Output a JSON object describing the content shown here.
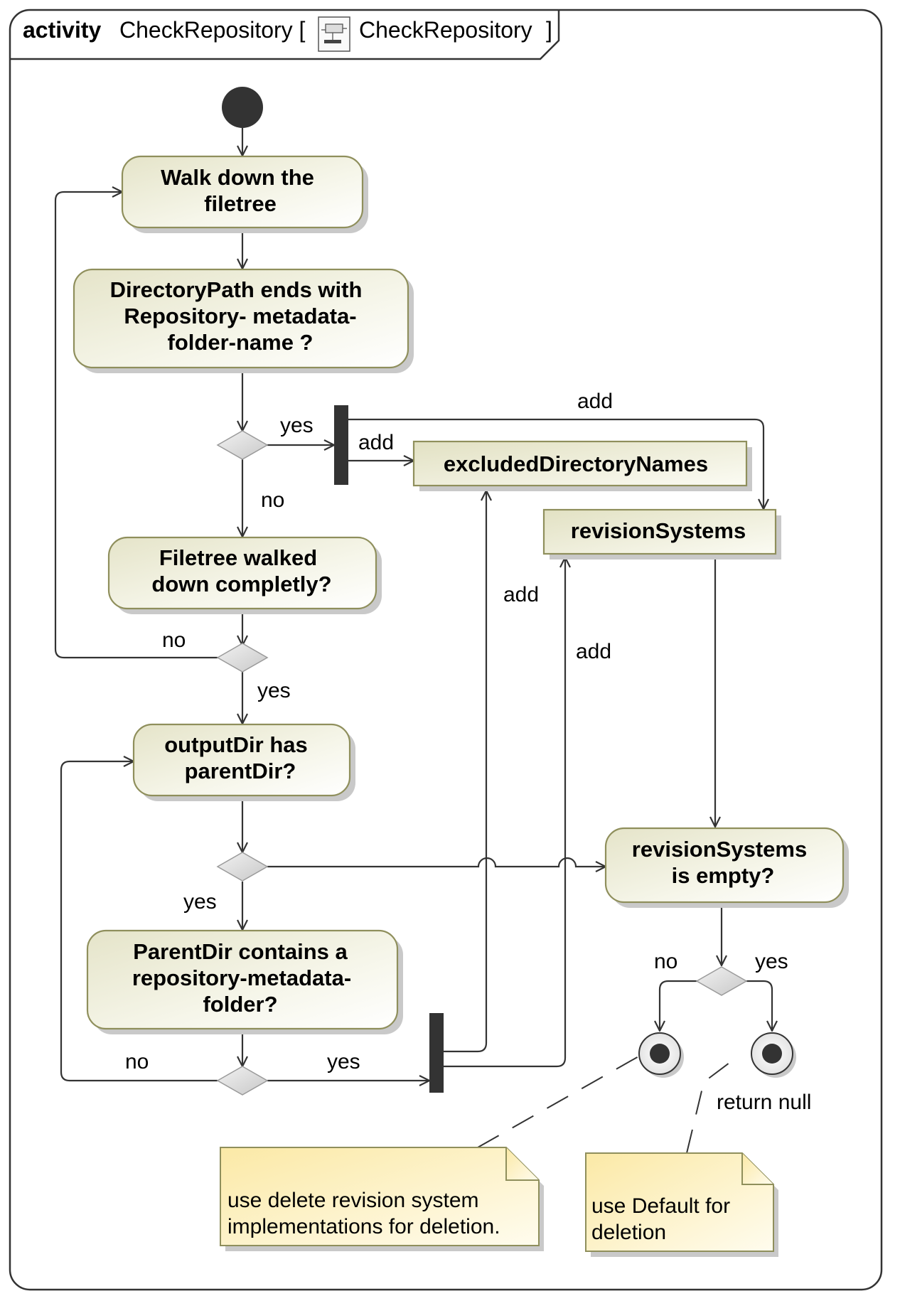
{
  "frame": {
    "keyword": "activity",
    "name": "CheckRepository [",
    "behavior": "CheckRepository",
    "close_bracket": "]"
  },
  "actions": {
    "walk": [
      "Walk down the",
      "filetree"
    ],
    "dirpath": [
      "DirectoryPath ends with",
      "Repository- metadata-",
      "folder-name ?"
    ],
    "walked": [
      "Filetree walked",
      "down completly?"
    ],
    "output": [
      "outputDir has",
      "parentDir?"
    ],
    "parent": [
      "ParentDir contains a",
      "repository-metadata-",
      "folder?"
    ],
    "revempty": [
      "revisionSystems",
      "is empty?"
    ]
  },
  "objects": {
    "excluded": "excludedDirectoryNames",
    "revision": "revisionSystems"
  },
  "guards": {
    "yes1": "yes",
    "no1": "no",
    "no2": "no",
    "yes2": "yes",
    "yes3": "yes",
    "no3": "no",
    "yes4": "yes",
    "no4": "no",
    "yes5": "yes"
  },
  "flow_labels": {
    "add_top": "add",
    "add_excluded": "add",
    "add_mid": "add",
    "add_right": "add",
    "return_null": "return null"
  },
  "notes": {
    "left": [
      "use delete revision system",
      "implementations for deletion."
    ],
    "right": [
      "use Default for",
      "deletion"
    ]
  }
}
